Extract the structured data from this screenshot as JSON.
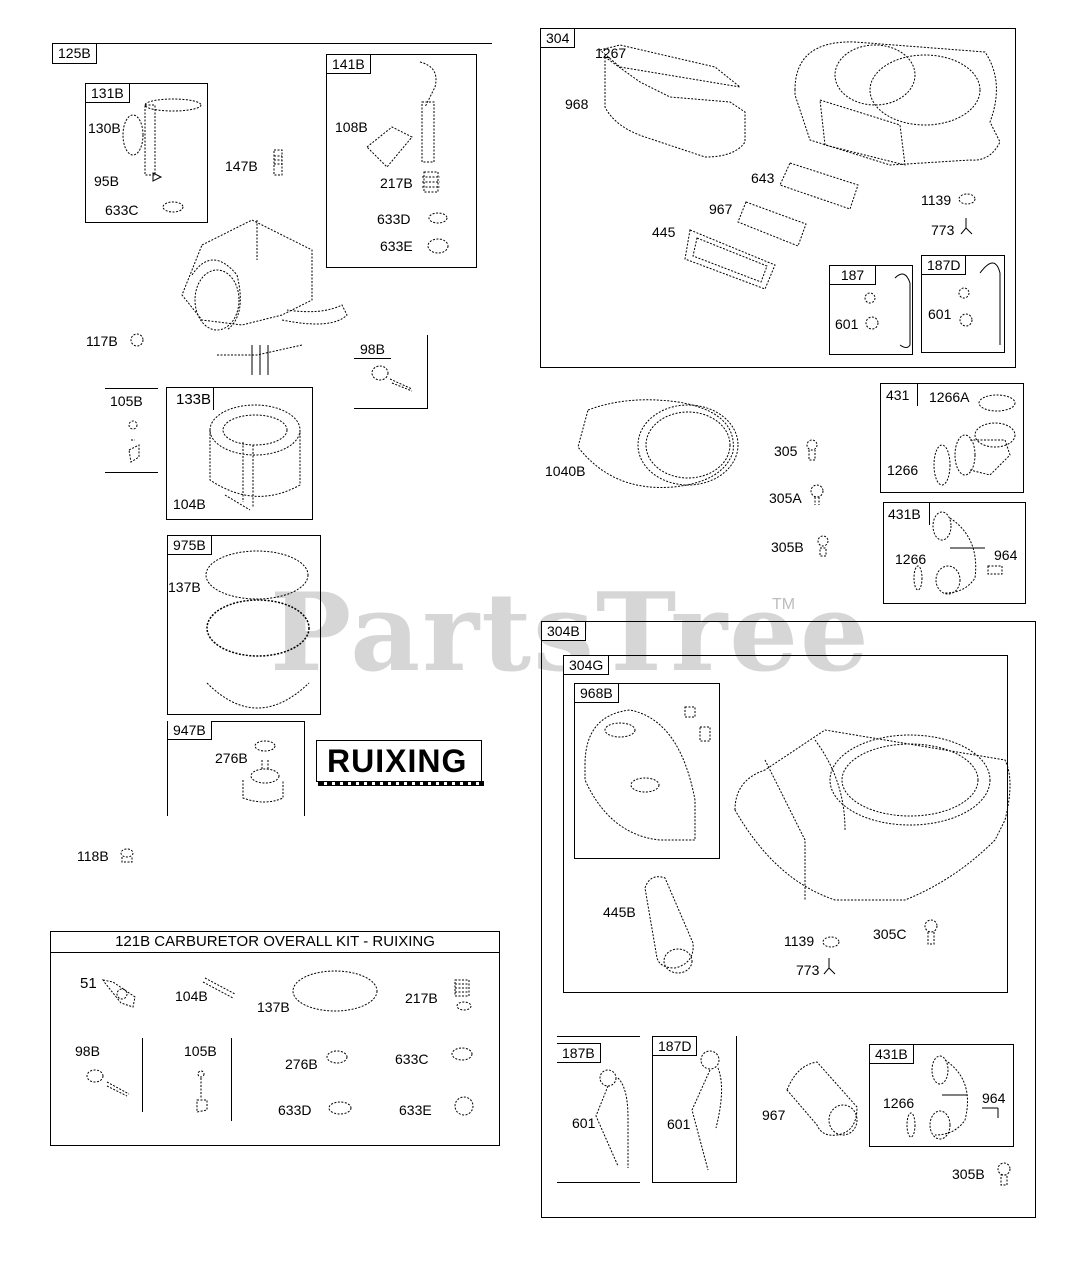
{
  "watermark": {
    "text": "PartsTree",
    "trademark": "TM"
  },
  "left_group": {
    "ref": "125B",
    "subkits": {
      "k131B": {
        "ref": "131B",
        "parts": [
          "130B",
          "95B",
          "633C"
        ]
      },
      "k141B": {
        "ref": "141B",
        "parts": [
          "108B",
          "217B",
          "633D",
          "633E"
        ]
      },
      "k133B": {
        "ref": "133B",
        "parts": [
          "104B"
        ]
      },
      "k975B": {
        "ref": "975B",
        "parts": [
          "137B"
        ]
      },
      "k947B": {
        "ref": "947B",
        "parts": [
          "276B"
        ]
      }
    },
    "loose_parts": {
      "p147B": "147B",
      "p117B": "117B",
      "p98B": "98B",
      "p105B": "105B",
      "p118B": "118B"
    },
    "brand_label": "RUIXING"
  },
  "kit_121B": {
    "title": "121B CARBURETOR OVERALL KIT - RUIXING",
    "parts": [
      "51",
      "104B",
      "137B",
      "217B",
      "98B",
      "105B",
      "276B",
      "633C",
      "633D",
      "633E"
    ]
  },
  "group_304": {
    "ref": "304",
    "parts": [
      "1267",
      "968",
      "643",
      "967",
      "445",
      "1139",
      "773"
    ],
    "k187": {
      "ref": "187",
      "parts": [
        "601"
      ]
    },
    "k187D": {
      "ref": "187D",
      "parts": [
        "601"
      ]
    }
  },
  "middle_parts": {
    "p1040B": "1040B",
    "p305": "305",
    "p305A": "305A",
    "p305B": "305B",
    "k431": {
      "ref": "431",
      "parts": [
        "1266A",
        "1266"
      ]
    },
    "k431B": {
      "ref": "431B",
      "parts": [
        "1266",
        "964"
      ]
    }
  },
  "group_304B": {
    "ref": "304B",
    "k304G": {
      "ref": "304G",
      "k968B": {
        "ref": "968B"
      },
      "parts": [
        "445B",
        "1139",
        "305C",
        "773"
      ]
    },
    "k187B": {
      "ref": "187B",
      "parts": [
        "601"
      ]
    },
    "k187D": {
      "ref": "187D",
      "parts": [
        "601"
      ]
    },
    "p967": "967",
    "k431B": {
      "ref": "431B",
      "parts": [
        "1266",
        "964"
      ]
    },
    "p305B": "305B"
  }
}
